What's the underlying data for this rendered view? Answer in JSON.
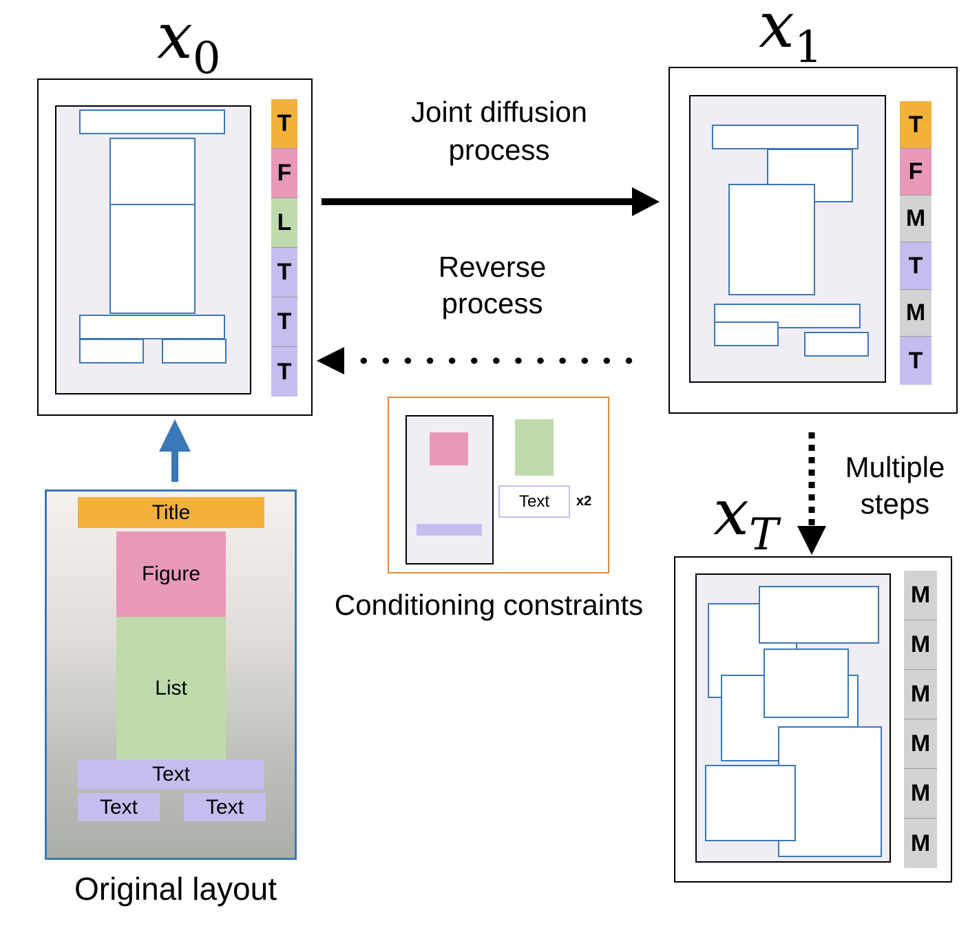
{
  "states": {
    "x0": {
      "var": "x",
      "sub": "0",
      "tokens": [
        "T",
        "F",
        "L",
        "T",
        "T",
        "T"
      ]
    },
    "x1": {
      "var": "x",
      "sub": "1",
      "tokens": [
        "T",
        "F",
        "M",
        "T",
        "M",
        "T"
      ]
    },
    "xT": {
      "var": "x",
      "sub": "T",
      "tokens": [
        "M",
        "M",
        "M",
        "M",
        "M",
        "M"
      ]
    }
  },
  "arrows": {
    "forward_label": [
      "Joint diffusion",
      "process"
    ],
    "reverse_label": [
      "Reverse",
      "process"
    ],
    "steps_label": [
      "Multiple",
      "steps"
    ]
  },
  "original_layout": {
    "caption": "Original layout",
    "elements": {
      "title": "Title",
      "figure": "Figure",
      "list": "List",
      "text_full": "Text",
      "text_left": "Text",
      "text_right": "Text"
    }
  },
  "conditioning": {
    "caption": "Conditioning constraints",
    "text_label": "Text",
    "multiplier": "x2"
  },
  "colors": {
    "title": "#f2b13b",
    "figure": "#e899ba",
    "list": "#bfdaad",
    "text": "#c5bdee",
    "mask": "#d3d3d3",
    "box_stroke": "#3a78b7",
    "orange_border": "#e8873a"
  }
}
